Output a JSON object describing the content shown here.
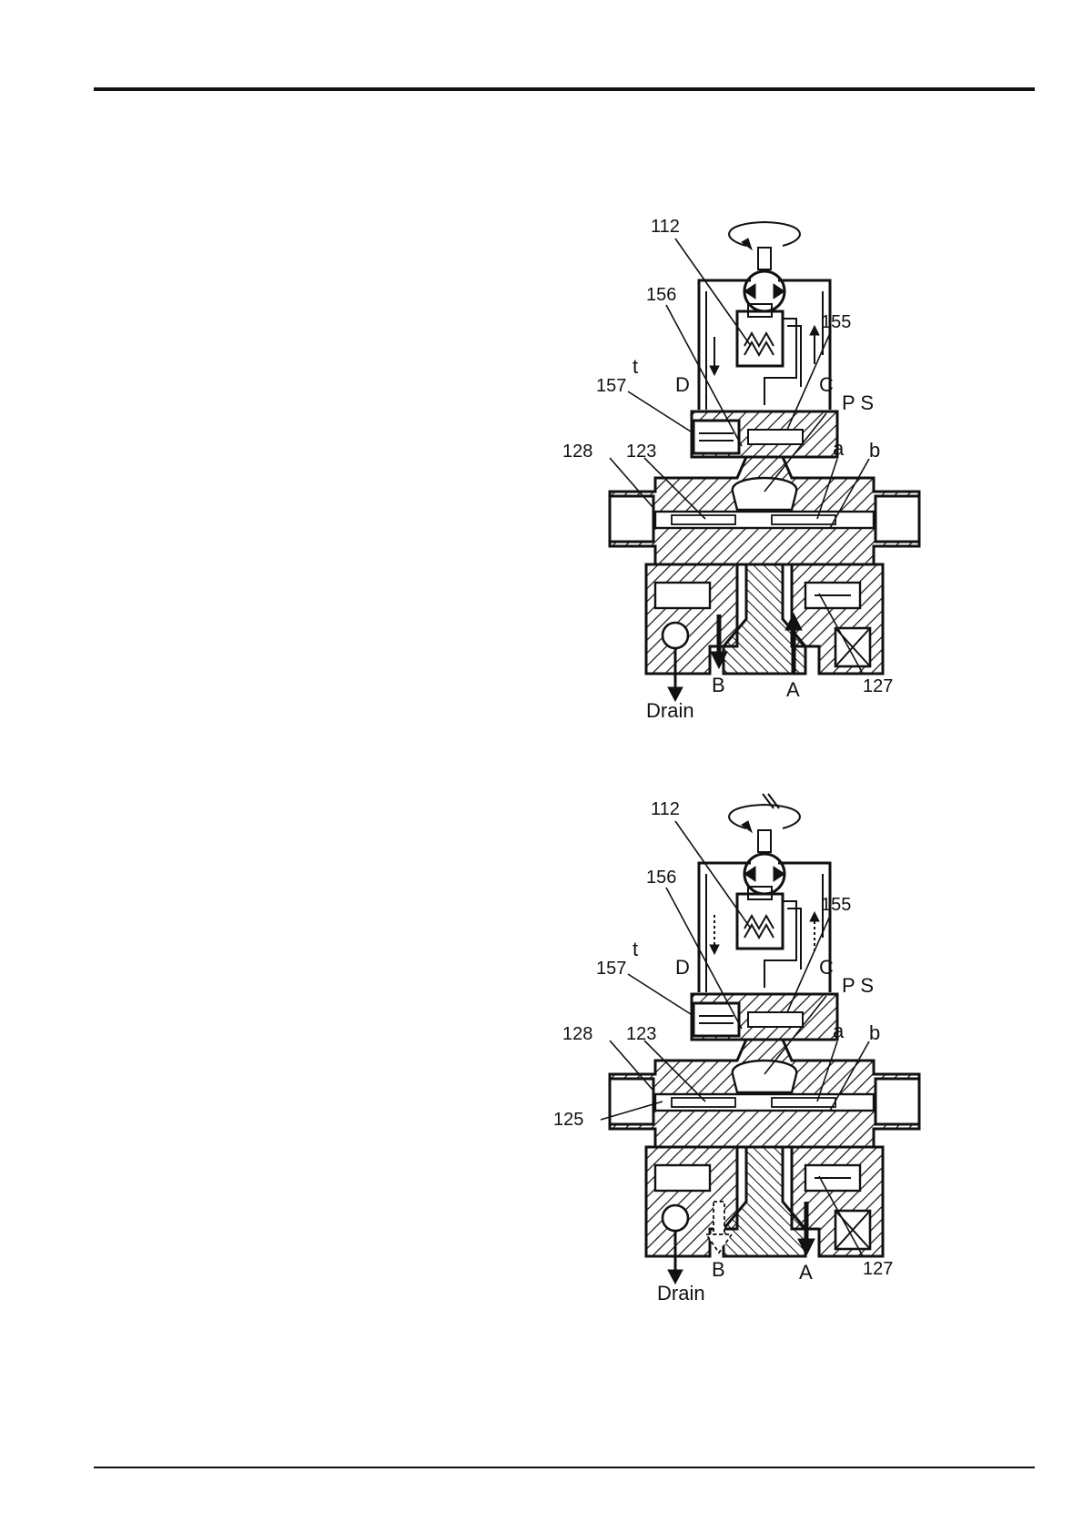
{
  "figures": [
    {
      "labels": {
        "n112": "112",
        "n156": "156",
        "n155": "155",
        "n157": "157",
        "t": "t",
        "D": "D",
        "C": "C",
        "PS": "P S",
        "n128": "128",
        "n123": "123",
        "a": "a",
        "b": "b",
        "n127": "127",
        "B": "B",
        "A": "A",
        "drain": "Drain"
      }
    },
    {
      "labels": {
        "n112": "112",
        "n156": "156",
        "n155": "155",
        "n157": "157",
        "t": "t",
        "D": "D",
        "C": "C",
        "PS": "P S",
        "n128": "128",
        "n123": "123",
        "n125": "125",
        "a": "a",
        "b": "b",
        "n127": "127",
        "B": "B",
        "A": "A",
        "drain": "Drain"
      }
    }
  ]
}
